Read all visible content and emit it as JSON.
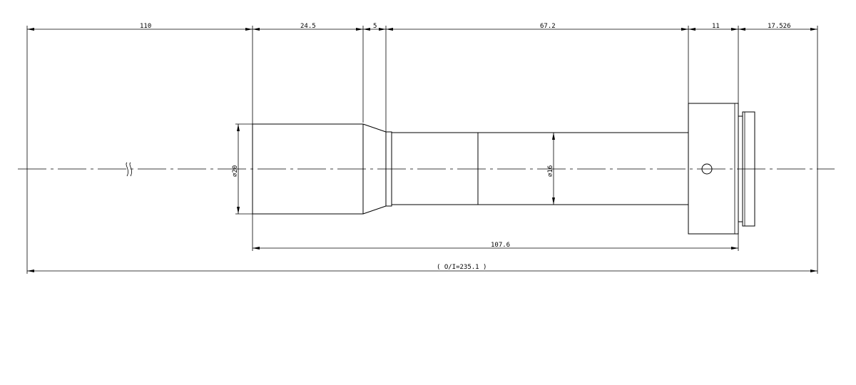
{
  "dimensions": {
    "top": {
      "d1": "110",
      "d2": "24.5",
      "d3": "5",
      "d4": "67.2",
      "d5": "11",
      "d6": "17.526"
    },
    "diameter_left": "20",
    "diameter_mid": "16",
    "bottom_inner": "107.6",
    "bottom_total": "( O/I=235.1 )"
  },
  "symbols": {
    "break": "break-mark-icon",
    "diameter": "diameter-symbol"
  }
}
